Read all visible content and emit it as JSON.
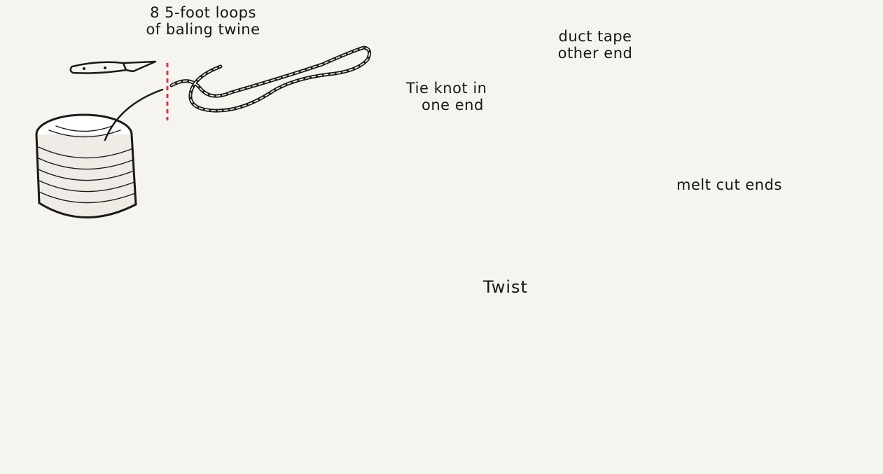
{
  "labels": {
    "loops": [
      "8 5-foot loops",
      "of baling twine"
    ],
    "tie_knot": [
      "Tie knot in",
      "one end"
    ],
    "duct_tape": [
      "duct tape",
      "other end"
    ],
    "melt": "melt cut ends",
    "twist": "Twist"
  },
  "colors": {
    "ink": "#1a1a1a",
    "accent_red": "#e0304a",
    "leg_outline": "#9a9a9a",
    "paper": "#f6f4ee"
  },
  "icons": [
    "knife-icon",
    "twine-spool-icon",
    "knot-icon",
    "duct-tape-icon",
    "flame-icon",
    "horse-leg-icon",
    "arrow-icon"
  ]
}
